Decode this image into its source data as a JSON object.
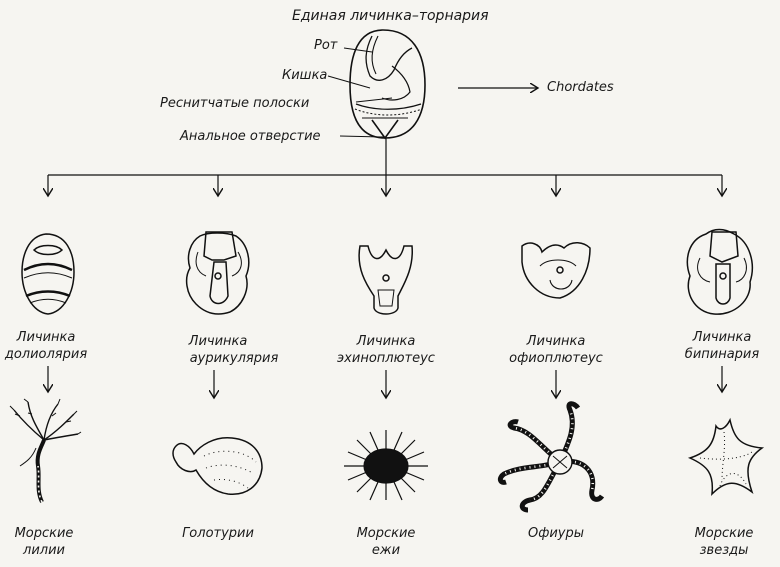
{
  "root": {
    "title": "Единая личинка–торнария",
    "labels": {
      "mouth": "Рот",
      "gut": "Кишка",
      "ciliated_bands": "Реснитчатые полоски",
      "anus": "Анальное отверстие"
    },
    "chordates": "Chordates"
  },
  "branches": [
    {
      "larva_line1": "Личинка",
      "larva_line2": "долиолярия",
      "adult_line1": "Морские",
      "adult_line2": "лилии"
    },
    {
      "larva_line1": "Личинка",
      "larva_line2": "аурикулярия",
      "adult_line1": "Голотурии",
      "adult_line2": ""
    },
    {
      "larva_line1": "Личинка",
      "larva_line2": "эхиноплютеус",
      "adult_line1": "Морские",
      "adult_line2": "ежи"
    },
    {
      "larva_line1": "Личинка",
      "larva_line2": "офиоплютеус",
      "adult_line1": "Офиуры",
      "adult_line2": ""
    },
    {
      "larva_line1": "Личинка",
      "larva_line2": "бипинария",
      "adult_line1": "Морские",
      "adult_line2": "звезды"
    }
  ]
}
